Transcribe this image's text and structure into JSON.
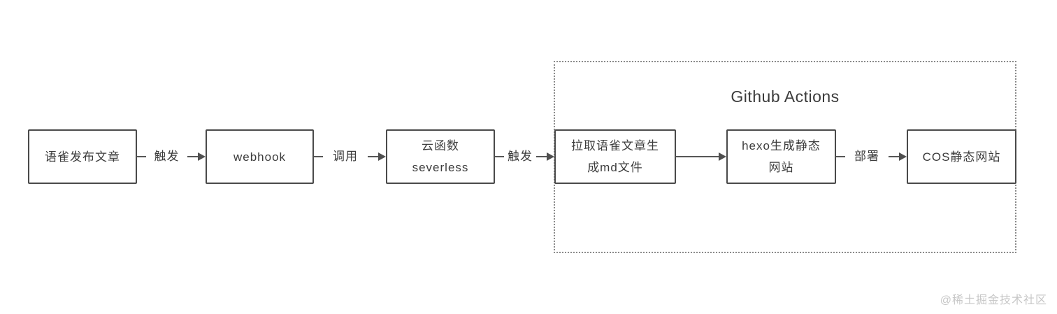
{
  "diagram": {
    "group": {
      "label": "Github Actions"
    },
    "nodes": [
      {
        "name": "yuque-publish",
        "line1": "语雀发布文章"
      },
      {
        "name": "webhook",
        "line1": "webhook"
      },
      {
        "name": "cloud-function",
        "line1": "云函数",
        "line2": "severless"
      },
      {
        "name": "pull-md",
        "line1": "拉取语雀文章生",
        "line2": "成md文件"
      },
      {
        "name": "hexo-build",
        "line1": "hexo生成静态",
        "line2": "网站"
      },
      {
        "name": "cos-site",
        "line1": "COS静态网站"
      }
    ],
    "edges": [
      {
        "from": "yuque-publish",
        "to": "webhook",
        "label": "触发"
      },
      {
        "from": "webhook",
        "to": "cloud-function",
        "label": "调用"
      },
      {
        "from": "cloud-function",
        "to": "pull-md",
        "label": "触发"
      },
      {
        "from": "pull-md",
        "to": "hexo-build",
        "label": ""
      },
      {
        "from": "hexo-build",
        "to": "cos-site",
        "label": "部署"
      }
    ]
  },
  "watermark": {
    "text": "@稀土掘金技术社区"
  },
  "colors": {
    "node_border": "#4a4a4a",
    "node_text": "#3c3c3c",
    "connector_line": "#565656",
    "arrowhead": "#4f4f4f",
    "group_border": "#8a8a8a",
    "group_title": "#3b3b3b",
    "watermark": "#c7c7c7",
    "background": "#ffffff"
  }
}
